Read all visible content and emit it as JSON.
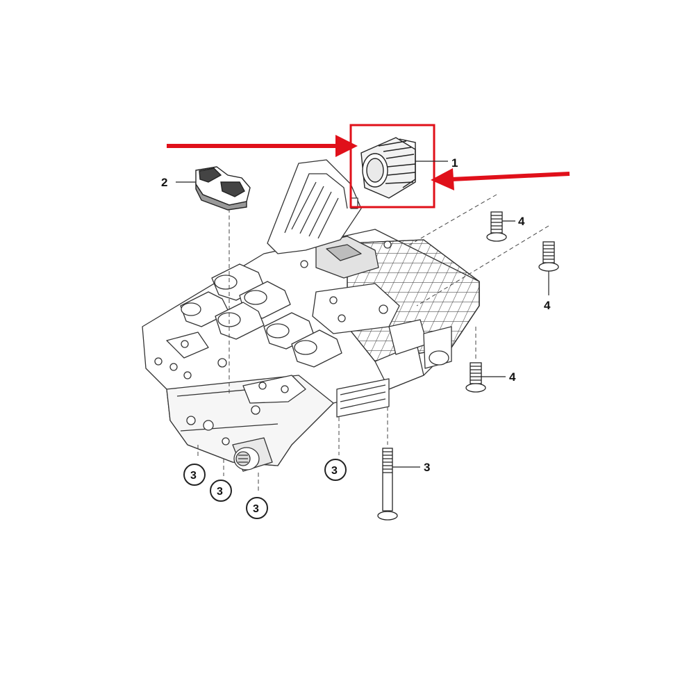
{
  "callouts": {
    "part1": "1",
    "part2": "2",
    "part3": [
      "3",
      "3",
      "3",
      "3"
    ],
    "part3_bolt": "3",
    "part4": [
      "4",
      "4",
      "4"
    ]
  },
  "colors": {
    "highlight": "#e0101a",
    "line": "#333333",
    "fill": "#ffffff",
    "shade": "#d8d8d8"
  }
}
